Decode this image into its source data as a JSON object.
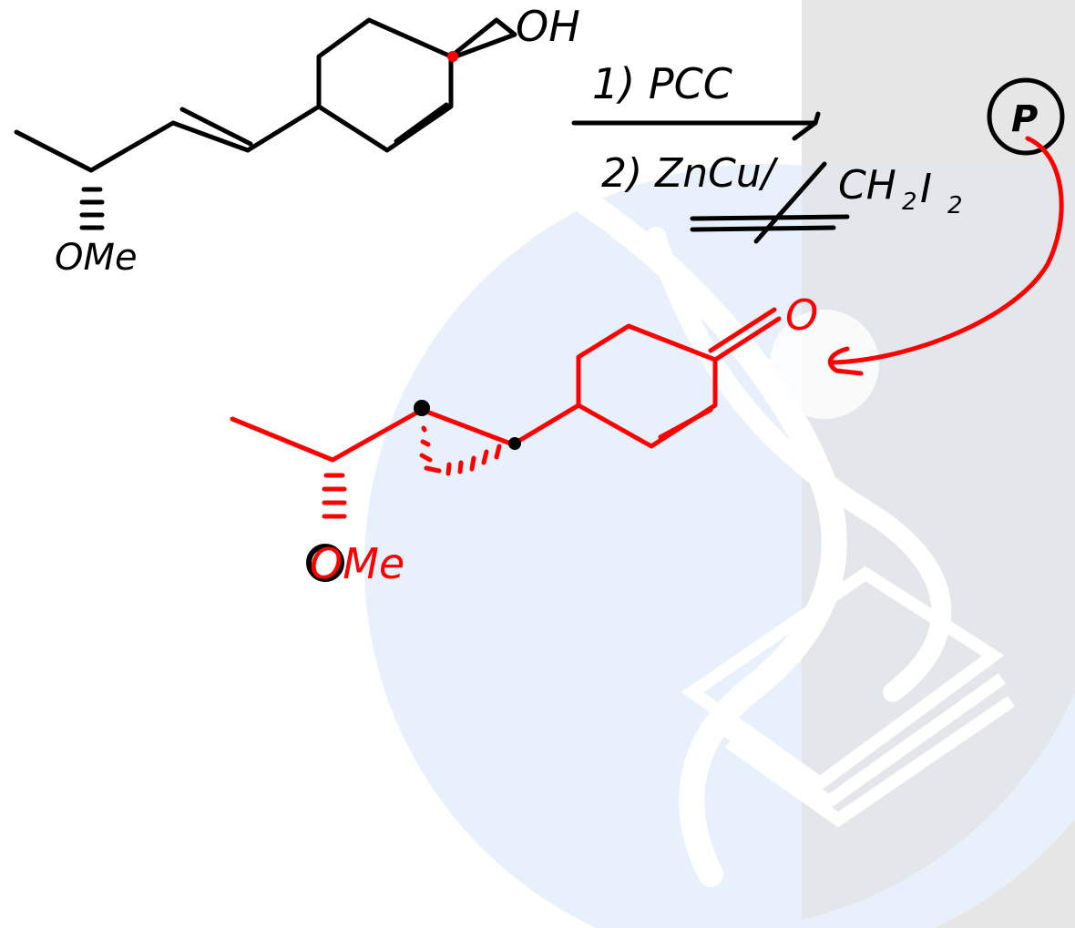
{
  "colors": {
    "ink_black": "#000000",
    "ink_red": "#ff0000",
    "watermark_light": "#e8f1fb",
    "watermark_grey": "#e6e6e6",
    "background": "#ffffff"
  },
  "reactant": {
    "hydroxyl_label": "OH",
    "methoxy_label": "OMe"
  },
  "reagents": {
    "step1": "1) PCC",
    "step2_prefix": "2) ZnCu/",
    "step2_ch": "CH",
    "step2_ch_sub": "2",
    "step2_i": "I",
    "step2_i_sub": "2"
  },
  "product_tag": "P",
  "product": {
    "carbonyl_label": "O",
    "methoxy_label": "OMe"
  }
}
